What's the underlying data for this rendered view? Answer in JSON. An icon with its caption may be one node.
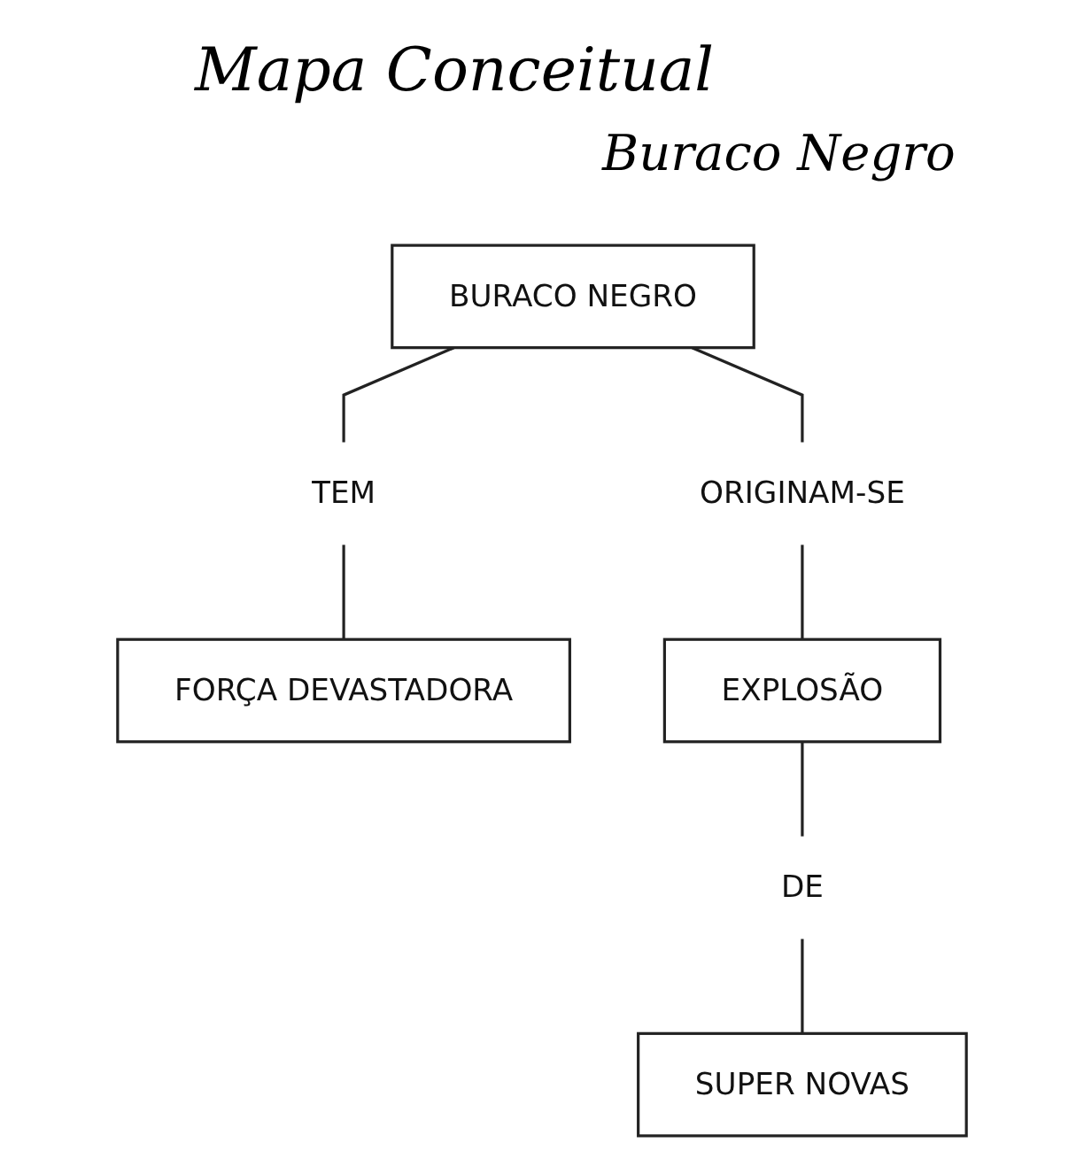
{
  "diagram": {
    "title": "Mapa Conceitual",
    "labels": [
      "Buraco Negro"
    ],
    "nodes": [
      {
        "text": [
          "BURACO NEGRO"
        ]
      },
      {
        "text": [
          "TEM"
        ]
      },
      {
        "text": [
          "ORIGINAM-SE"
        ]
      },
      {
        "text": [
          "FORÇA DEVASTADORA"
        ]
      },
      {
        "text": [
          "EXPLOSÃO"
        ]
      },
      {
        "text": [
          "DE"
        ]
      },
      {
        "text": [
          "SUPER NOVAS"
        ]
      }
    ],
    "edges": [
      {
        "from": 0,
        "to": 1,
        "arrow": "none"
      },
      {
        "from": 0,
        "to": 2,
        "arrow": "none"
      },
      {
        "from": 1,
        "to": 3,
        "arrow": "none"
      },
      {
        "from": 2,
        "to": 4,
        "arrow": "none"
      },
      {
        "from": 4,
        "to": 5,
        "arrow": "none"
      },
      {
        "from": 5,
        "to": 6,
        "arrow": "none"
      }
    ]
  }
}
